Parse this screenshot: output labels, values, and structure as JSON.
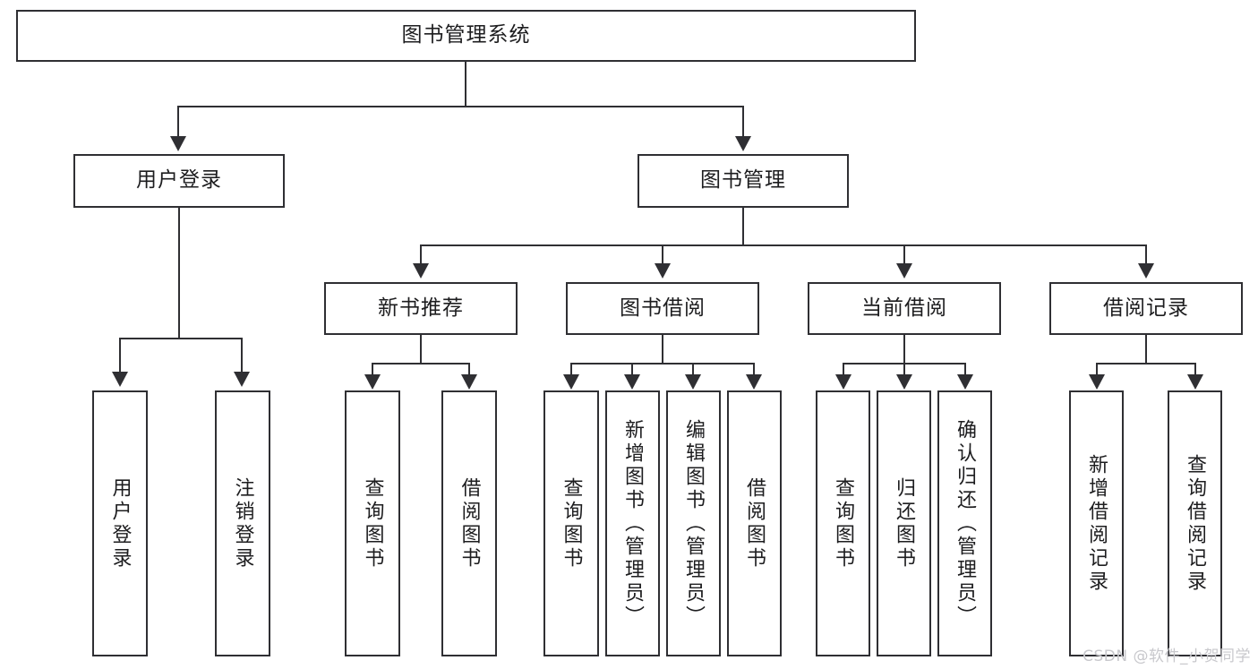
{
  "diagram": {
    "title": "图书管理系统",
    "root": {
      "label": "图书管理系统"
    },
    "level2": [
      {
        "label": "用户登录"
      },
      {
        "label": "图书管理"
      }
    ],
    "level3": [
      {
        "label": "新书推荐"
      },
      {
        "label": "图书借阅"
      },
      {
        "label": "当前借阅"
      },
      {
        "label": "借阅记录"
      }
    ],
    "leaves": {
      "user_login": [
        {
          "label": "用户登录"
        },
        {
          "label": "注销登录"
        }
      ],
      "new_book_recommend": [
        {
          "label": "查询图书"
        },
        {
          "label": "借阅图书"
        }
      ],
      "book_borrow": [
        {
          "label": "查询图书"
        },
        {
          "label": "新增图书（管理员）"
        },
        {
          "label": "编辑图书（管理员）"
        },
        {
          "label": "借阅图书"
        }
      ],
      "current_borrow": [
        {
          "label": "查询图书"
        },
        {
          "label": "归还图书"
        },
        {
          "label": "确认归还（管理员）"
        }
      ],
      "borrow_record": [
        {
          "label": "新增借阅记录"
        },
        {
          "label": "查询借阅记录"
        }
      ]
    }
  },
  "watermark": {
    "text": "CSDN @软件_小贺同学"
  },
  "colors": {
    "border": "#2f2f33",
    "background": "#ffffff",
    "text": "#1d1d1f",
    "watermark": "#c8c8cc"
  }
}
